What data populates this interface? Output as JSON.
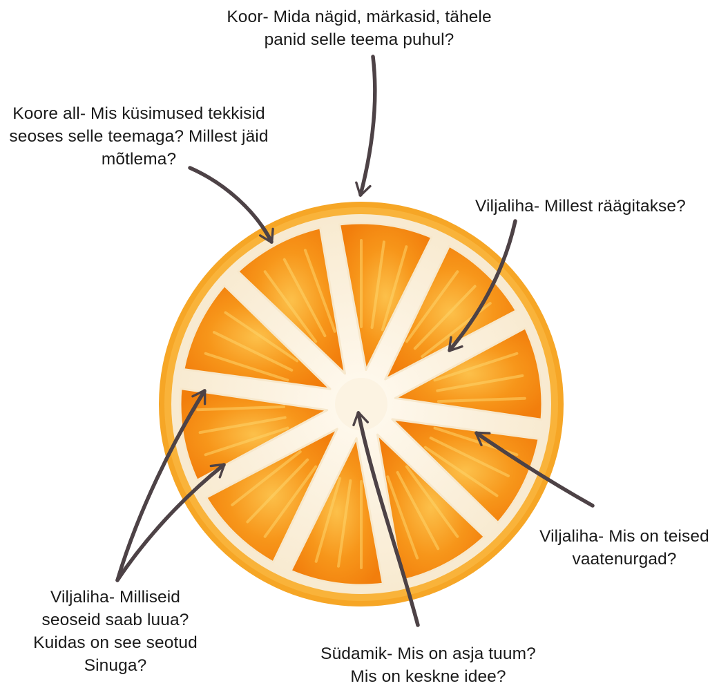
{
  "labels": {
    "koor": [
      "Koor- Mida nägid, märkasid, tähele",
      "panid selle teema puhul?"
    ],
    "koore_all": [
      "Koore all- Mis küsimused tekkisid",
      "seoses selle teemaga? Millest jäid",
      "mõtlema?"
    ],
    "viljaliha_1": [
      "Viljaliha- Millest räägitakse?"
    ],
    "viljaliha_2": [
      "Viljaliha- Mis on teised",
      "vaatenurgad?"
    ],
    "viljaliha_3": [
      "Viljaliha- Milliseid",
      "seoseid saab luua?",
      "Kuidas on see seotud",
      "Sinuga?"
    ],
    "sudamik": [
      "Südamik- Mis on asja tuum?",
      "Mis on keskne idee?"
    ]
  },
  "colors": {
    "arrow": "#4d4246",
    "rind": "#f6a626",
    "pith": "#fbf1dc",
    "flesh": "#f58a12",
    "flesh_light": "#fcb53b"
  }
}
